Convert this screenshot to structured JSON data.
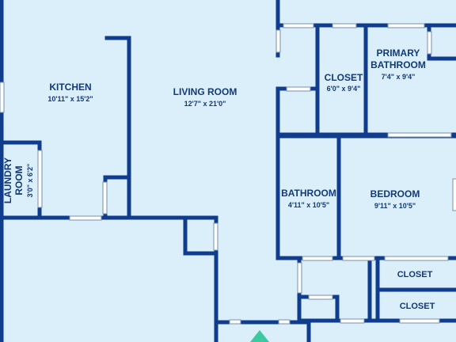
{
  "rooms": {
    "kitchen": {
      "name": "KITCHEN",
      "dims": "10'11\" x 15'2\""
    },
    "living_room": {
      "name": "LIVING ROOM",
      "dims": "12'7\" x 21'0\""
    },
    "laundry": {
      "name_line1": "LAUNDRY",
      "name_line2": "ROOM",
      "dims": "3'0\" x 6'2\""
    },
    "closet_top": {
      "name": "CLOSET",
      "dims": "6'0\" x 9'4\""
    },
    "primary_bathroom": {
      "name_line1": "PRIMARY",
      "name_line2": "BATHROOM",
      "dims": "7'4\" x 9'4\""
    },
    "bathroom": {
      "name": "BATHROOM",
      "dims": "4'11\" x 10'5\""
    },
    "bedroom": {
      "name": "BEDROOM",
      "dims": "9'11\" x 10'5\""
    },
    "closet_right_1": {
      "name": "CLOSET"
    },
    "closet_right_2": {
      "name": "CLOSET"
    }
  },
  "colors": {
    "wall": "#0f3c8c",
    "floor": "#dbeffb",
    "entry_marker": "#3cc8a0"
  }
}
